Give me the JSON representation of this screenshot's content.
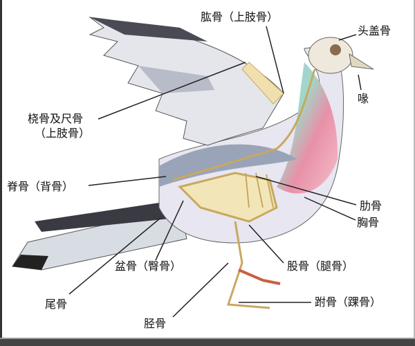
{
  "labels": {
    "humerus": "肱骨（上肢骨）",
    "skull": "头盖骨",
    "beak": "喙",
    "radius_ulna": "桡骨及尺骨",
    "radius_ulna_sub": "（上肢骨）",
    "spine": "脊骨（背骨）",
    "ribs": "肋骨",
    "sternum": "胸骨",
    "pelvis": "盆骨（臀骨）",
    "femur": "股骨（腿骨）",
    "tail": "尾骨",
    "tarsus": "跗骨（踝骨）",
    "tibia": "胫骨"
  }
}
